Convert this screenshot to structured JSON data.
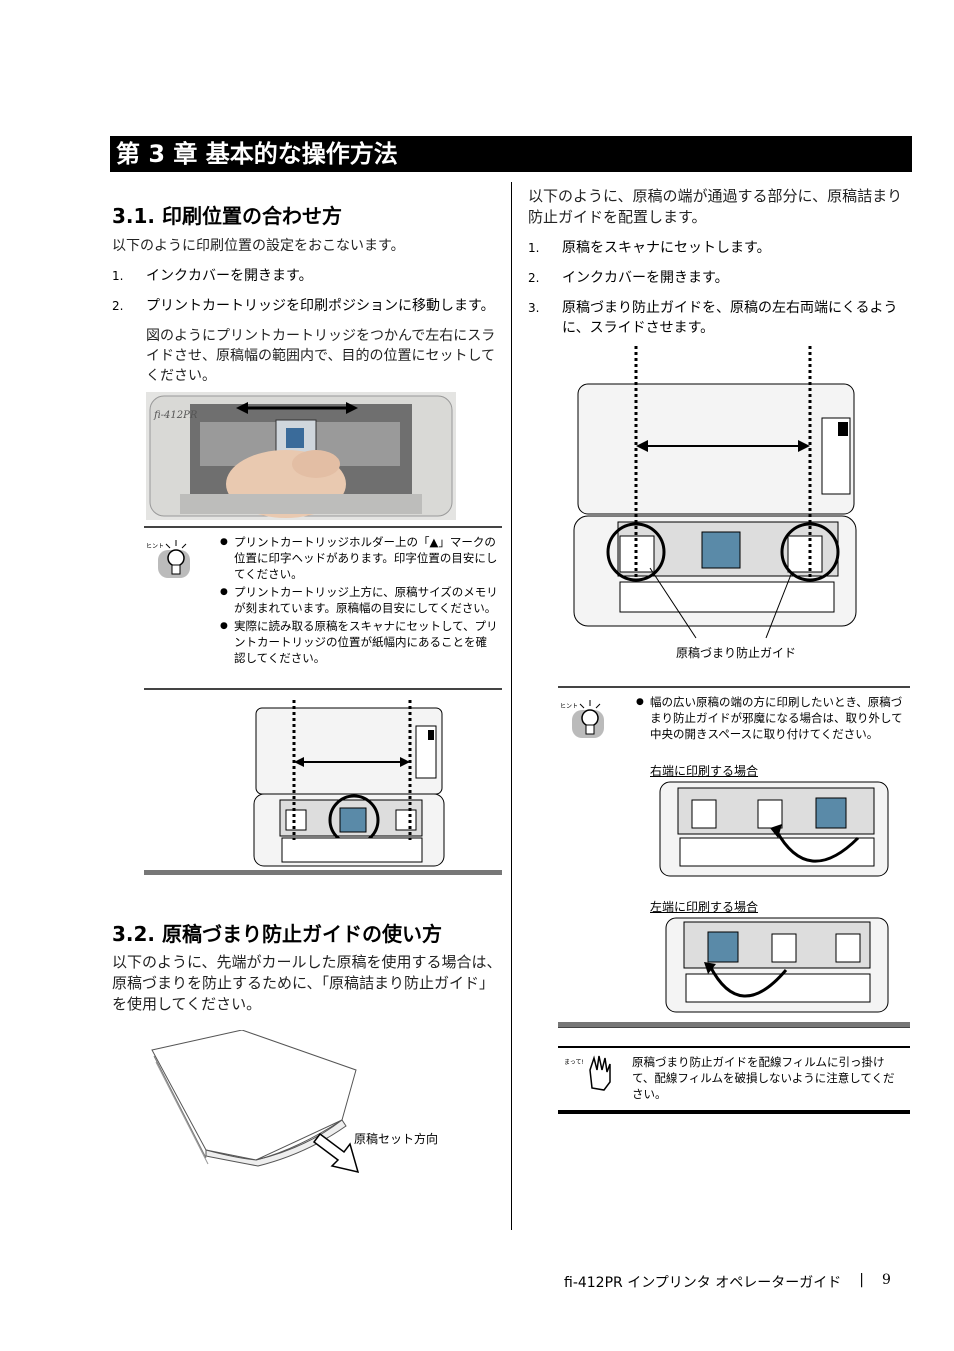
{
  "chapter_title": "第 3 章  基本的な操作方法",
  "section1": {
    "heading": "3.1.  印刷位置の合わせ方",
    "intro": "以下のように印刷位置の設定をおこないます。",
    "steps": [
      {
        "num": "1.",
        "text": "インクカバーを開きます。"
      },
      {
        "num": "2.",
        "text": "プリントカートリッジを印刷ポジションに移動します。"
      }
    ],
    "step2_detail": "図のようにプリントカートリッジをつかんで左右にスライドさせ、原稿幅の範囲内で、目的の位置にセットしてください。",
    "photo_logo": "fi-412PR",
    "hint_label": "ヒント",
    "hints": [
      "プリントカートリッジホルダー上の「▲」マークの位置に印字ヘッドがあります。印字位置の目安にしてください。",
      "プリントカートリッジ上方に、原稿サイズのメモリが刻まれています。原稿幅の目安にしてください。",
      "実際に読み取る原稿をスキャナにセットして、プリントカートリッジの位置が紙幅内にあることを確認してください。"
    ]
  },
  "section2": {
    "heading": "3.2.  原稿づまり防止ガイドの使い方",
    "intro": "以下のように、先端がカールした原稿を使用する場合は、原稿づまりを防止するために、「原稿詰まり防止ガイド」を使用してください。",
    "paper_label": "原稿セット方向"
  },
  "right": {
    "intro": "以下のように、原稿の端が通過する部分に、原稿詰まり防止ガイドを配置します。",
    "steps": [
      {
        "num": "1.",
        "text": "原稿をスキャナにセットします。"
      },
      {
        "num": "2.",
        "text": "インクカバーを開きます。"
      },
      {
        "num": "3.",
        "text": "原稿づまり防止ガイドを、原稿の左右両端にくるように、スライドさせます。"
      }
    ],
    "guide_label": "原稿づまり防止ガイド",
    "hint_label": "ヒント",
    "hint_text": "幅の広い原稿の端の方に印刷したいとき、原稿づまり防止ガイドが邪魔になる場合は、取り外して中央の開きスペースに取り付けてください。",
    "case_right": "右端に印刷する場合",
    "case_left": "左端に印刷する場合",
    "caution_label": "まって!",
    "caution_text": "原稿づまり防止ガイドを配線フィルムに引っ掛けて、配線フィルムを破損しないように注意してください。"
  },
  "footer": {
    "title": "fi-412PR  インプリンタ  オペレーターガイド",
    "separator": "|",
    "page": "9"
  }
}
